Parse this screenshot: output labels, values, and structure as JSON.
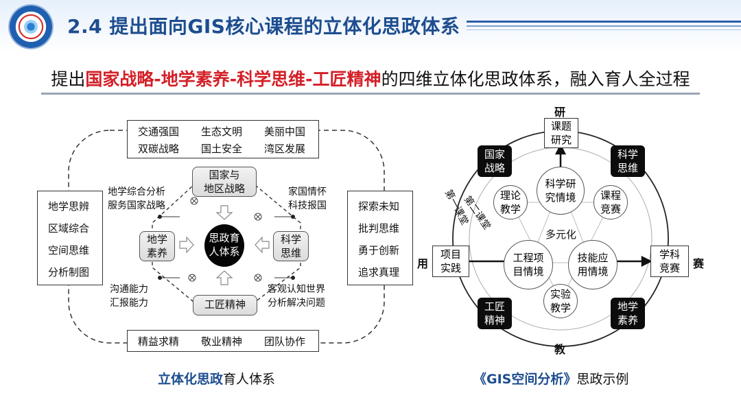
{
  "header": {
    "title": "2.4 提出面向GIS核心课程的立体化思政体系",
    "colors": {
      "title": "#1d4d8f",
      "accent_red": "#d32028"
    }
  },
  "subtitle": {
    "prefix": "提出",
    "highlight": "国家战略-地学素养-科学思维-工匠精神",
    "suffix": "的四维立体化思政体系，融入育人全过程"
  },
  "left_diagram": {
    "top_box": [
      "交通强国",
      "生态文明",
      "美丽中国",
      "双碳战略",
      "国土安全",
      "湾区发展"
    ],
    "bottom_box": [
      "精益求精",
      "敬业精神",
      "团队协作"
    ],
    "left_box": [
      "地学思辨",
      "区域综合",
      "空间思维",
      "分析制图"
    ],
    "right_box": [
      "探索未知",
      "批判思维",
      "勇于创新",
      "追求真理"
    ],
    "center": "思政育\n人体系",
    "top_node": "国家与\n地区战略",
    "left_node": "地学\n素养",
    "right_node": "科学\n思维",
    "bottom_node": "工匠精神",
    "label_top_left": "地学综合分析\n服务国家战略",
    "label_top_right": "家国情怀\n科技报国",
    "label_bottom_left": "沟通能力\n汇报能力",
    "label_bottom_right": "客观认知世界\n分析解决问题",
    "caption_bold": "立体化思政",
    "caption_rest": "育人体系"
  },
  "right_diagram": {
    "dir_top": "研",
    "dir_bottom": "教",
    "dir_left": "用",
    "dir_right": "赛",
    "top_box": "课题\n研究",
    "left_box": "项目\n实践",
    "right_box": "学科\n竞赛",
    "black_tl": "国家\n战略",
    "black_tr": "科学\n思维",
    "black_bl": "工匠\n精神",
    "black_br": "地学\n素养",
    "circle_top": "科学研\n究情境",
    "circle_left": "工程项\n目情境",
    "circle_right": "技能应\n用情境",
    "small_tl": "理论\n教学",
    "small_tr": "课程\n竞赛",
    "small_bottom": "实验\n教学",
    "center_text": "多元化",
    "arc_text_1": "第一课堂",
    "arc_text_2": "第二课堂",
    "caption_bold": "《GIS空间分析》",
    "caption_rest": "思政示例"
  }
}
